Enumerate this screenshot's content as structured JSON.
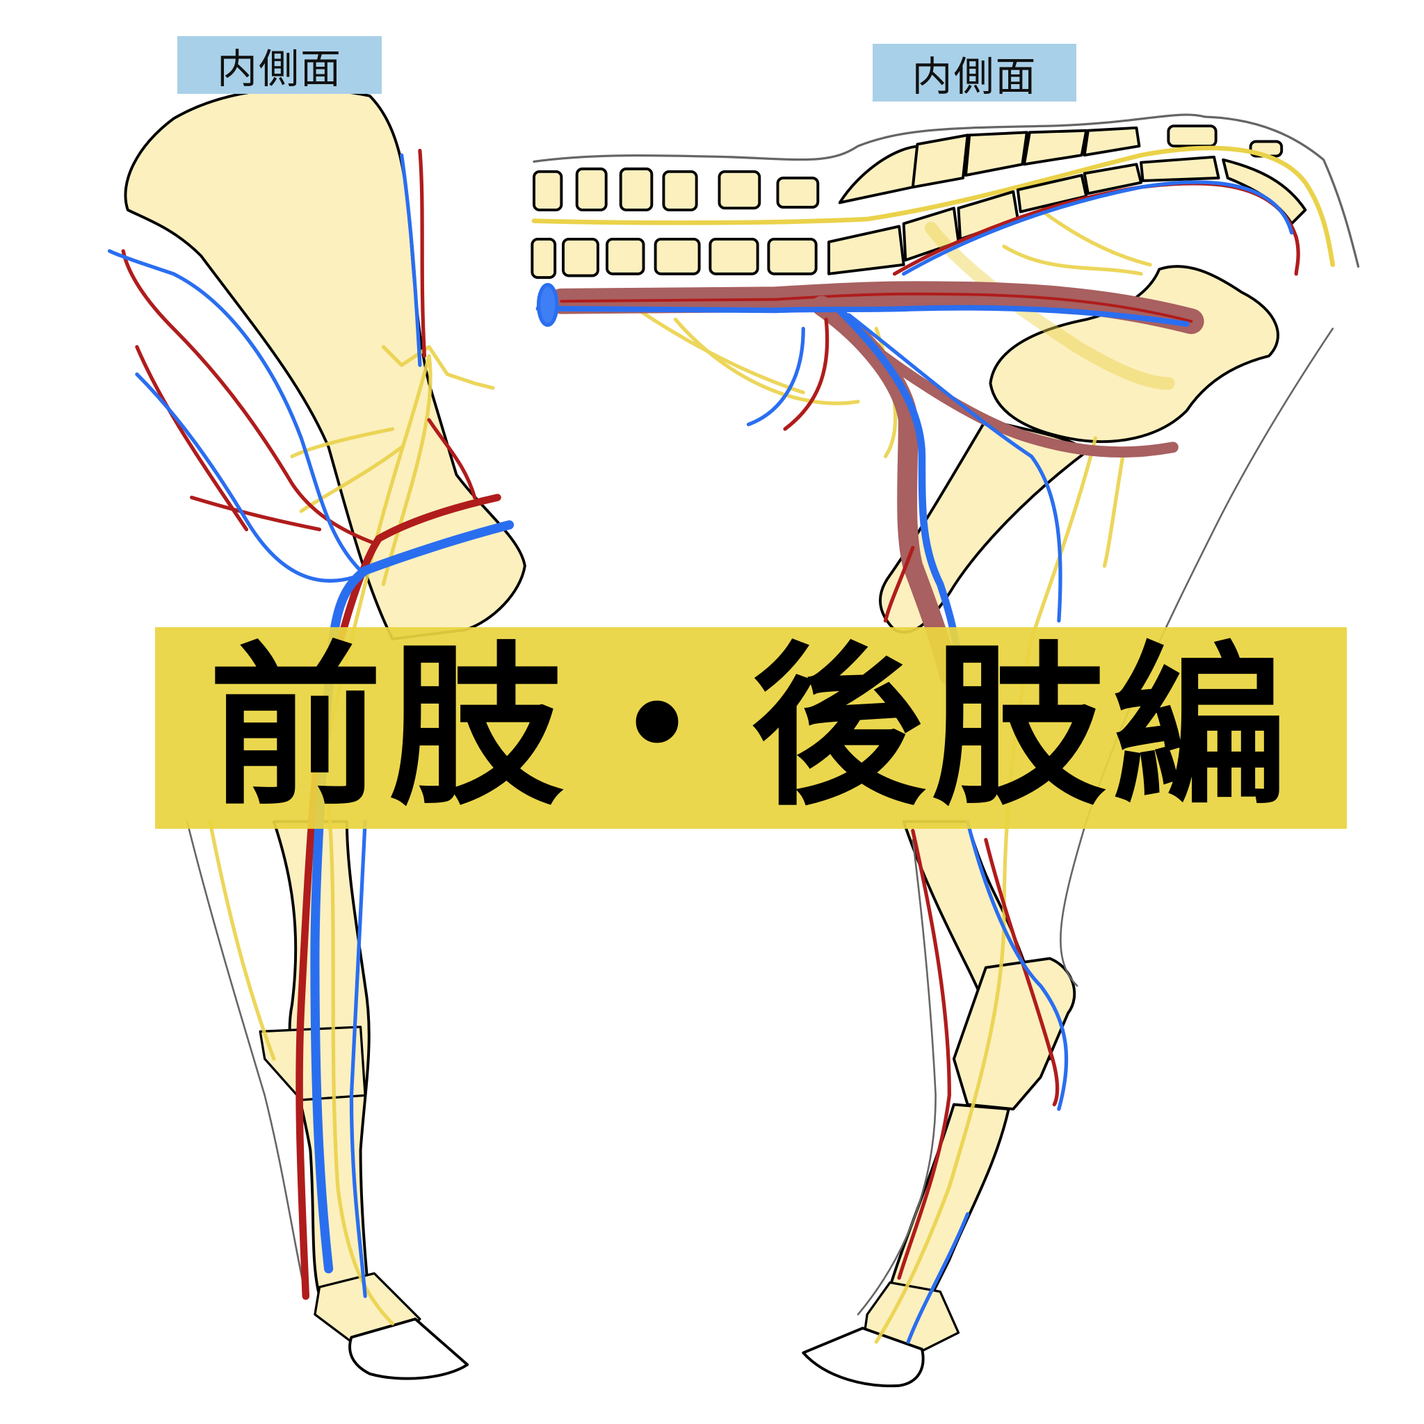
{
  "labels": {
    "forelimb_view": "内側面",
    "hindlimb_view": "内側面"
  },
  "banner": {
    "title": "前肢・後肢編"
  },
  "colors": {
    "bone": "#fcf0bf",
    "artery": "#b01c1c",
    "vein": "#2a6ef0",
    "nerve": "#ead24a",
    "label_bg": "#a8d0e8",
    "banner_bg": "#e9d440"
  }
}
